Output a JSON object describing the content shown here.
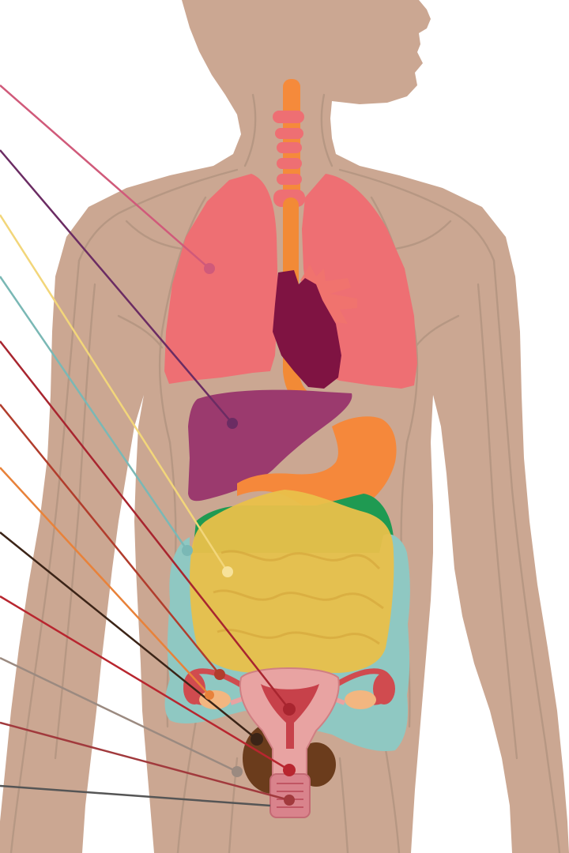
{
  "figure": {
    "background": "#ffffff",
    "skin_color": "#cba792",
    "vessel_color": "#b39581"
  },
  "organs": [
    {
      "id": "lungs",
      "color": "#ee6f73"
    },
    {
      "id": "trachea",
      "color": "#f58a3b"
    },
    {
      "id": "esophagus",
      "color": "#f28a36"
    },
    {
      "id": "heart",
      "color": "#7f1342"
    },
    {
      "id": "liver",
      "color": "#9b3a6e"
    },
    {
      "id": "stomach",
      "color": "#f5883b"
    },
    {
      "id": "small-intestine",
      "color": "#e9c04a"
    },
    {
      "id": "large-intestine",
      "color": "#8fc8c2"
    },
    {
      "id": "green-tissue",
      "color": "#1f9a52"
    },
    {
      "id": "uterus",
      "color": "#e8a3a2"
    },
    {
      "id": "ovaries",
      "color": "#f2b680"
    },
    {
      "id": "fallopian-tubes",
      "color": "#d04b4f"
    },
    {
      "id": "rectum",
      "color": "#6b3c1c"
    },
    {
      "id": "vagina",
      "color": "#d9838c"
    }
  ],
  "pointers": [
    {
      "target": "lungs",
      "color": "#d05a7a"
    },
    {
      "target": "liver",
      "color": "#6b2c63"
    },
    {
      "target": "small-intestine",
      "color": "#f2d67a"
    },
    {
      "target": "large-intestine",
      "color": "#7ab8b5"
    },
    {
      "target": "uterus-body",
      "color": "#a8252f"
    },
    {
      "target": "fallopian-tube",
      "color": "#b13d2d"
    },
    {
      "target": "ovary",
      "color": "#e8823a"
    },
    {
      "target": "rectum",
      "color": "#3b2417"
    },
    {
      "target": "cervix",
      "color": "#b8262f"
    },
    {
      "target": "bladder",
      "color": "#9b8a80"
    },
    {
      "target": "vaginal-canal",
      "color": "#a13a3d"
    },
    {
      "target": "vaginal-opening",
      "color": "#555555"
    }
  ]
}
